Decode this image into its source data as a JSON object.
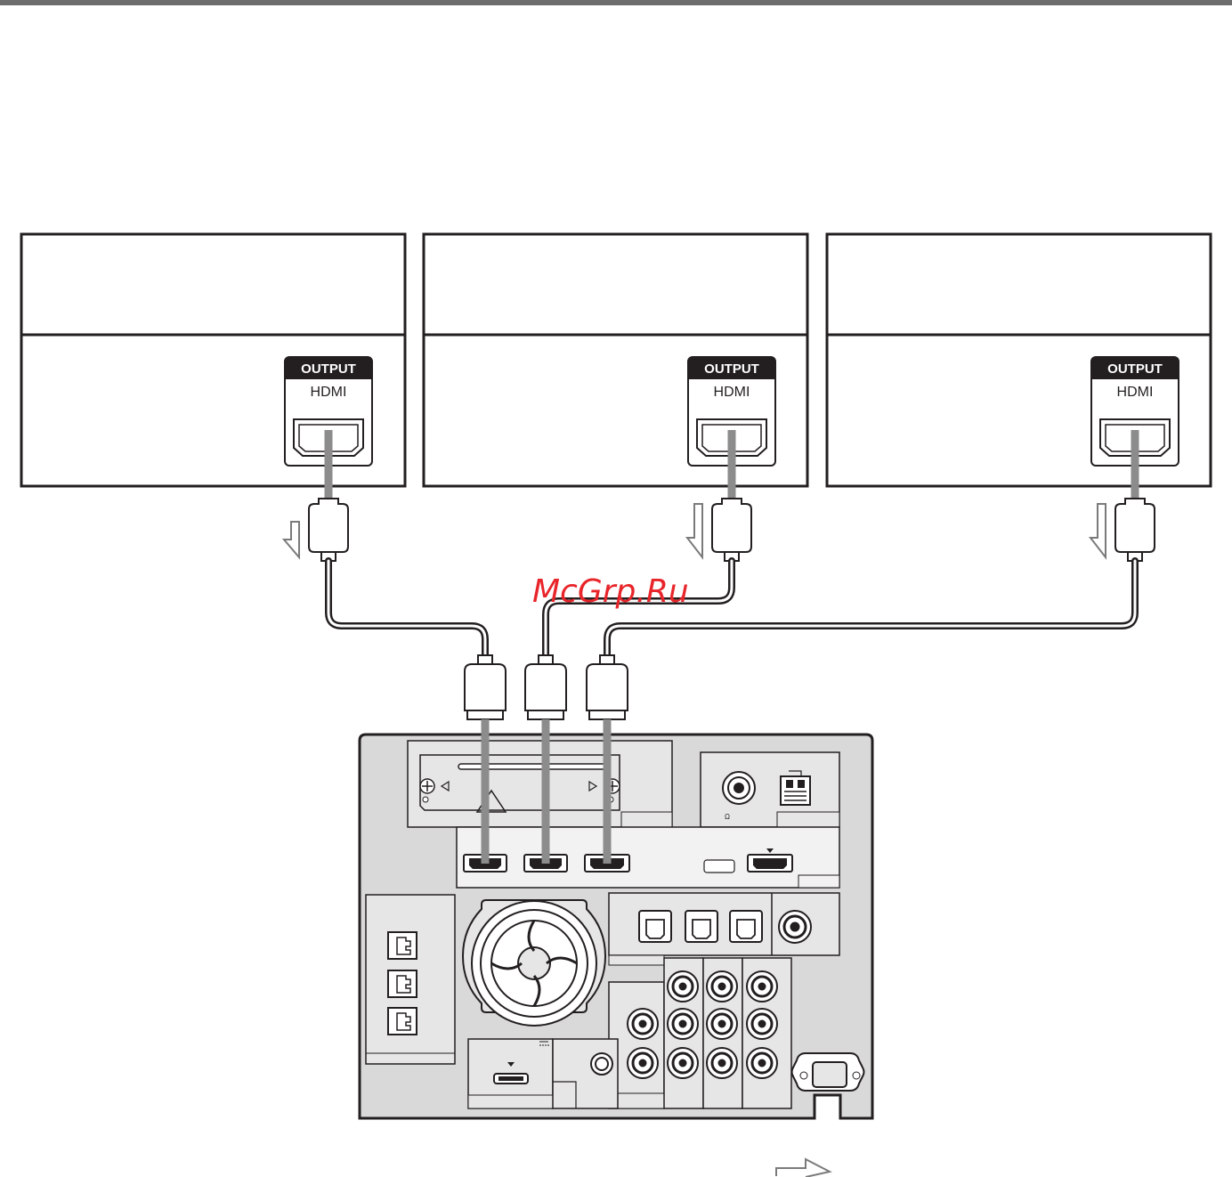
{
  "colors": {
    "outline": "#231f20",
    "unit_fill": "#d9d9d9",
    "panel_fill": "#e6e6e6",
    "cable_insert": "#8c8c8c",
    "header_bar": "#6d6d6d",
    "watermark": "#e8252a"
  },
  "source_devices": [
    {
      "port_tag": "OUTPUT",
      "port_type": "HDMI"
    },
    {
      "port_tag": "OUTPUT",
      "port_type": "HDMI"
    },
    {
      "port_tag": "OUTPUT",
      "port_type": "HDMI"
    }
  ],
  "watermark": "McGrp.Ru",
  "icons": {
    "signal_flow_arrow": "signal-flow-arrow-icon",
    "cooling_fan": "fan-grille-icon",
    "warning": "warning-triangle-icon"
  }
}
